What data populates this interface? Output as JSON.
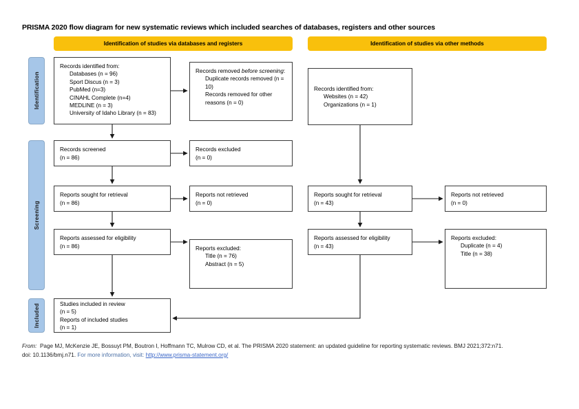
{
  "title": "PRISMA 2020 flow diagram for new systematic reviews which included searches of databases, registers and other sources",
  "colors": {
    "banner": "#F9C00C",
    "stage_sidebar": "#A6C6E8",
    "box_border": "#3a3a3a",
    "link": "#3a66c8"
  },
  "banners": {
    "databases": "Identification of studies via databases and registers",
    "other": "Identification of studies via other methods"
  },
  "stages": {
    "identification": "Identification",
    "screening": "Screening",
    "included": "Included"
  },
  "boxes": {
    "identified_db": {
      "heading": "Records identified from:",
      "items": [
        "Databases (n = 96)",
        "Sport Discus (n = 3)",
        "PubMed (n=3)",
        "CINAHL Complete (n=4)",
        "MEDLINE (n = 3)",
        "University of Idaho Library (n = 83)"
      ]
    },
    "records_removed": {
      "heading_part1": "Records removed ",
      "heading_italic": "before screening",
      "heading_part2": ":",
      "items": [
        "Duplicate records removed (n = 10)",
        "Records removed for other reasons (n = 0)"
      ]
    },
    "identified_other": {
      "heading": "Records identified from:",
      "items": [
        "Websites (n = 42)",
        "Organizations (n = 1)"
      ]
    },
    "records_screened": {
      "line1": "Records screened",
      "line2": "(n = 86)"
    },
    "records_excluded": {
      "line1": "Records excluded",
      "line2": "(n = 0)"
    },
    "sought_db": {
      "line1": "Reports sought for retrieval",
      "line2": "(n = 86)"
    },
    "not_retrieved_db": {
      "line1": "Reports not retrieved",
      "line2": "(n = 0)"
    },
    "sought_other": {
      "line1": "Reports sought for retrieval",
      "line2": "(n = 43)"
    },
    "not_retrieved_other": {
      "line1": "Reports not retrieved",
      "line2": "(n = 0)"
    },
    "assessed_db": {
      "line1": "Reports assessed for eligibility",
      "line2": "(n = 86)"
    },
    "excluded_db": {
      "heading": "Reports excluded:",
      "items": [
        "Title (n = 76)",
        "Abstract (n = 5)"
      ]
    },
    "assessed_other": {
      "line1": "Reports assessed for eligibility",
      "line2": "(n = 43)"
    },
    "excluded_other": {
      "heading": "Reports excluded:",
      "items": [
        "Duplicate (n = 4)",
        "Title (n = 38)"
      ]
    },
    "included": {
      "line1": "Studies included in review",
      "line2": "(n = 5)",
      "line3": "Reports of included studies",
      "line4": "(n = 1)"
    }
  },
  "footer": {
    "from_label": "From:",
    "citation": "Page MJ, McKenzie JE, Bossuyt PM, Boutron I, Hoffmann TC, Mulrow CD, et al. The PRISMA 2020 statement: an updated guideline for reporting systematic reviews. BMJ 2021;372:n71.",
    "doi": "doi: 10.1136/bmj.n71.",
    "info_note": "For more information, visit:",
    "link": "http://www.prisma-statement.org/"
  }
}
